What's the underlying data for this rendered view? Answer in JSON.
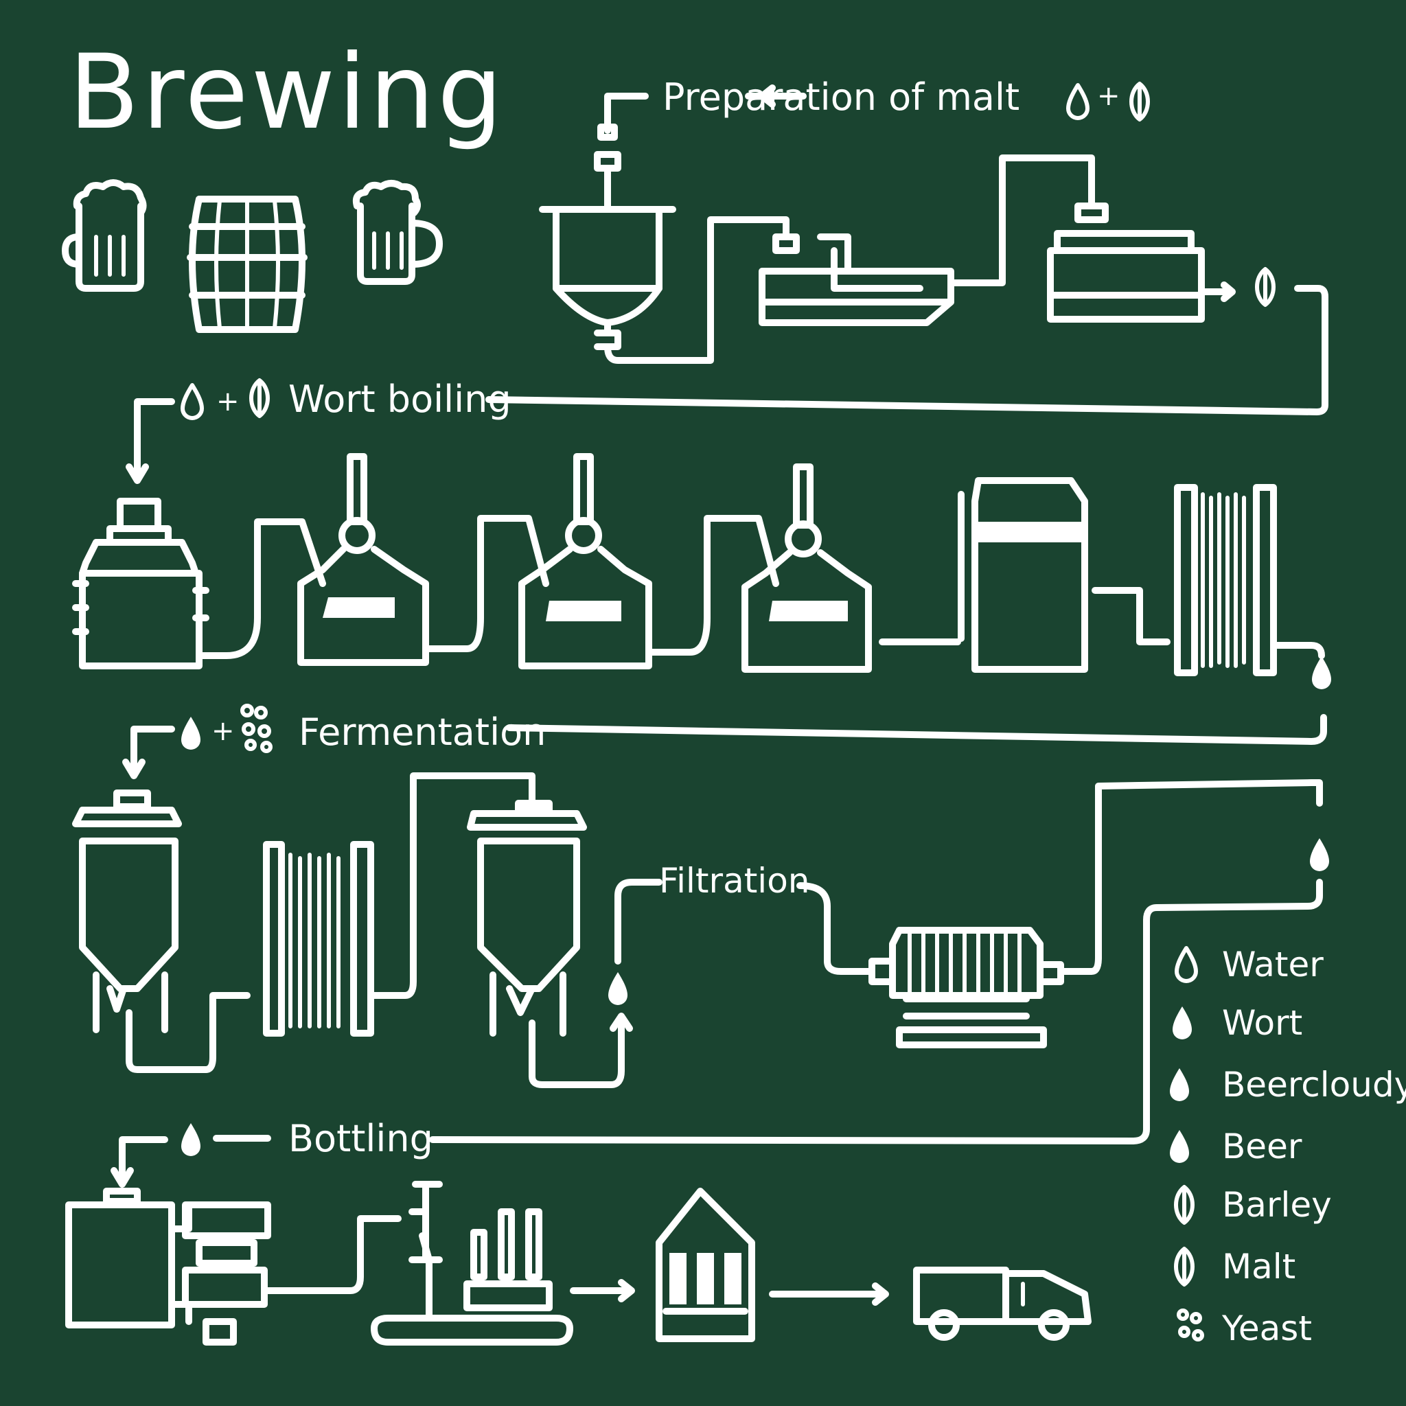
{
  "title": "Brewing",
  "stages": {
    "malt": "Preparation of malt",
    "boiling": "Wort boiling",
    "fermentation": "Fermentation",
    "filtration": "Filtration",
    "bottling": "Bottling"
  },
  "plus": "+",
  "legend": [
    {
      "icon": "water-drop-icon",
      "label": "Water"
    },
    {
      "icon": "wort-drop-icon",
      "label": "Wort"
    },
    {
      "icon": "cloudy-beer-drop-icon",
      "label": "Beercloudy"
    },
    {
      "icon": "beer-drop-icon",
      "label": "Beer"
    },
    {
      "icon": "barley-icon",
      "label": "Barley"
    },
    {
      "icon": "malt-icon",
      "label": "Malt"
    },
    {
      "icon": "yeast-icon",
      "label": "Yeast"
    }
  ],
  "colors": {
    "background": "#1a4430",
    "ink": "#ffffff"
  }
}
